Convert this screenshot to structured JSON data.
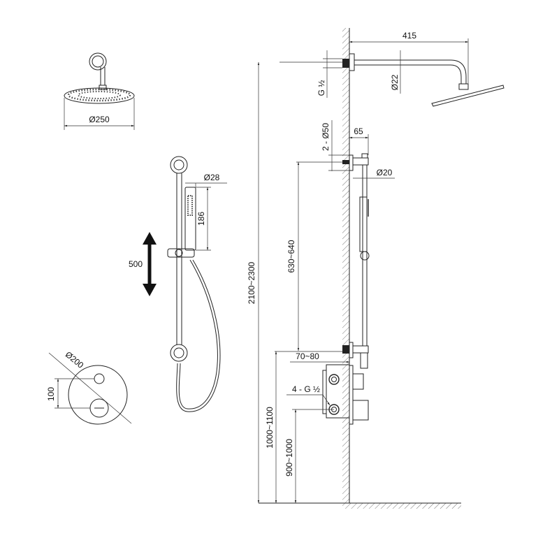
{
  "title": "Shower system technical drawing",
  "labels": {
    "arm_length": "415",
    "wall_thread": "G ½",
    "arm_diameter": "Ø22",
    "bracket_diameter": "2 - Ø50",
    "bracket_depth": "65",
    "rail_diameter": "Ø20",
    "rail_height": "630~640",
    "total_height": "2100~2300",
    "valve_depth": "70~80",
    "valve_connections": "4 - G ½",
    "outlet_height": "1000~1100",
    "valve_height": "900~1000",
    "head_diameter": "Ø250",
    "handshower_diameter": "Ø28",
    "handshower_length": "186",
    "slide_range": "500",
    "plate_diameter": "Ø200",
    "knob_spacing": "100"
  },
  "colors": {
    "line": "#222222",
    "background": "#ffffff"
  }
}
